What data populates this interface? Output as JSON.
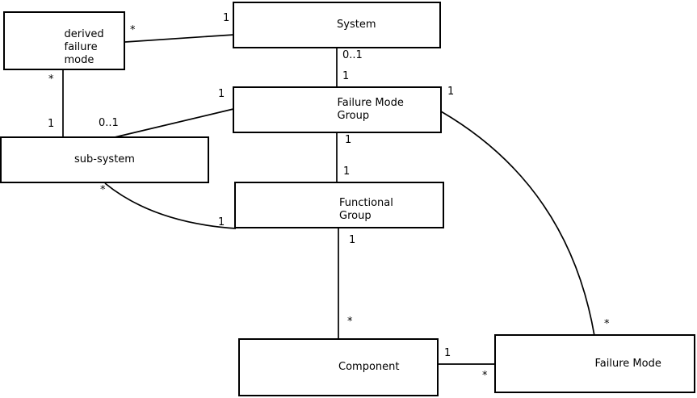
{
  "diagram": {
    "entities": {
      "derived_failure_mode": {
        "label": "derived\nfailure\nmode"
      },
      "system": {
        "label": "System"
      },
      "failure_mode_group": {
        "label": "Failure Mode\nGroup"
      },
      "sub_system": {
        "label": "sub-system"
      },
      "functional_group": {
        "label": "Functional\nGroup"
      },
      "component": {
        "label": "Component"
      },
      "failure_mode": {
        "label": "Failure Mode"
      }
    },
    "relations": [
      {
        "from": "derived failure mode",
        "to": "System",
        "from_mult": "*",
        "to_mult": "1"
      },
      {
        "from": "derived failure mode",
        "to": "sub-system",
        "from_mult": "*",
        "to_mult": "1"
      },
      {
        "from": "System",
        "to": "Failure Mode Group",
        "from_mult": "0..1",
        "to_mult": "1"
      },
      {
        "from": "Failure Mode Group",
        "to": "sub-system",
        "from_mult": "1",
        "to_mult": "0..1"
      },
      {
        "from": "Failure Mode Group",
        "to": "Functional Group",
        "from_mult": "1",
        "to_mult": "1"
      },
      {
        "from": "sub-system",
        "to": "Functional Group",
        "from_mult": "*",
        "to_mult": "1"
      },
      {
        "from": "Functional Group",
        "to": "Component",
        "from_mult": "1",
        "to_mult": "*"
      },
      {
        "from": "Component",
        "to": "Failure Mode",
        "from_mult": "1",
        "to_mult": "*"
      },
      {
        "from": "Failure Mode Group",
        "to": "Failure Mode",
        "from_mult": "1",
        "to_mult": "*"
      }
    ]
  },
  "colors": {
    "background": "#ffffff",
    "box_border": "#000000",
    "line": "#000000",
    "text": "#000000"
  }
}
